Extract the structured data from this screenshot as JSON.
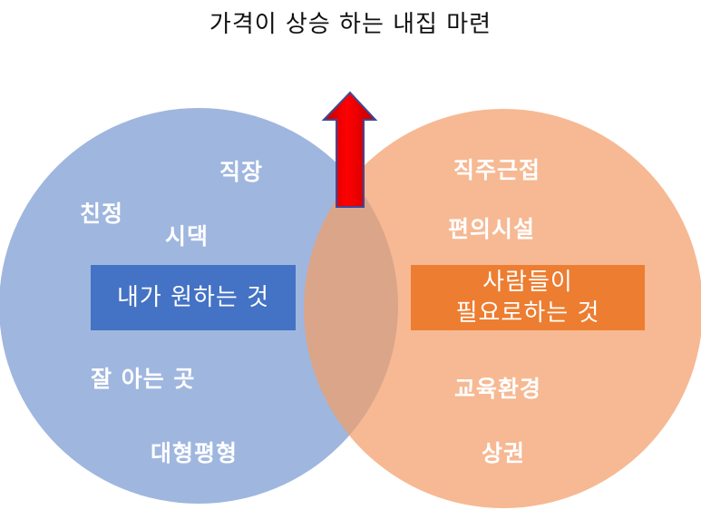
{
  "title": "가격이 상승 하는 내집 마련",
  "left_circle": {
    "color": "#a2b9e0",
    "labels": {
      "work": "직장",
      "relatives": "친정",
      "in_laws": "시댁",
      "familiar": "잘 아는 곳",
      "large_size": "대형평형"
    },
    "box_label": "내가 원하는 것",
    "box_color": "#4472c4"
  },
  "right_circle": {
    "color": "#f4b996",
    "labels": {
      "near_work": "직주근접",
      "amenities": "편의시설",
      "education": "교육환경",
      "commercial": "상권"
    },
    "box_label_line1": "사람들이",
    "box_label_line2": "필요로하는 것",
    "box_color": "#ed7d31"
  },
  "arrow": {
    "icon": "up-arrow-icon",
    "fill": "#ff0000",
    "stroke": "#2f3f8f"
  }
}
